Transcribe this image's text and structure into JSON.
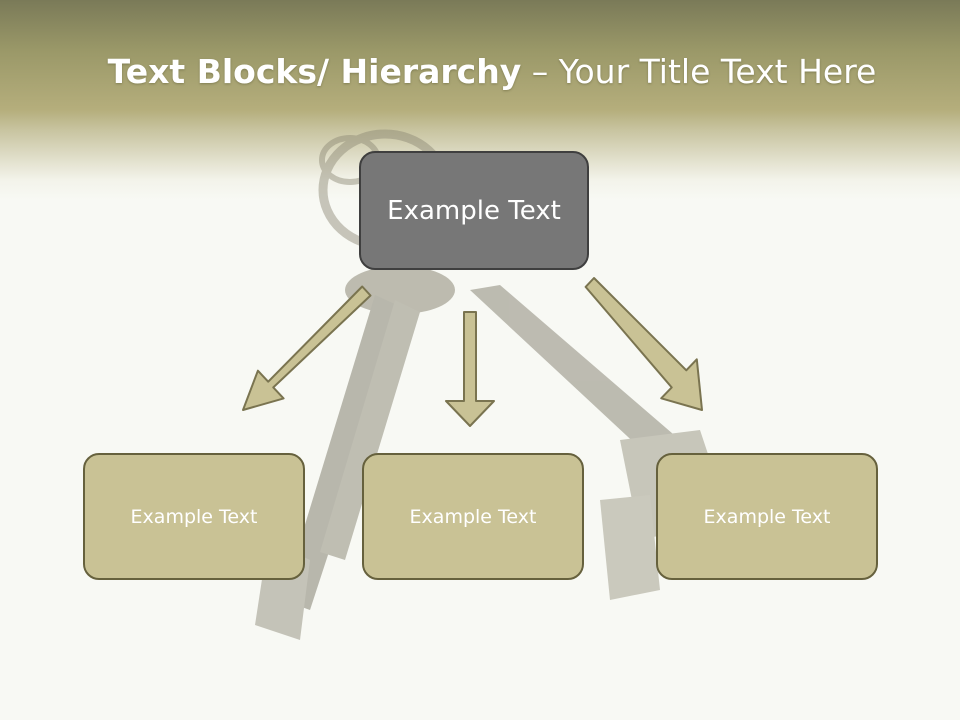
{
  "title": {
    "bold": "Text Blocks/ Hierarchy",
    "rest": " – Your Title Text Here"
  },
  "diagram": {
    "root": "Example Text",
    "children": [
      "Example Text",
      "Example Text",
      "Example Text"
    ]
  },
  "colors": {
    "header": "#b5ae7c",
    "root_fill": "#777777",
    "child_fill": "#c9c295",
    "child_border": "#66613d",
    "arrow_fill": "#c9c295"
  }
}
